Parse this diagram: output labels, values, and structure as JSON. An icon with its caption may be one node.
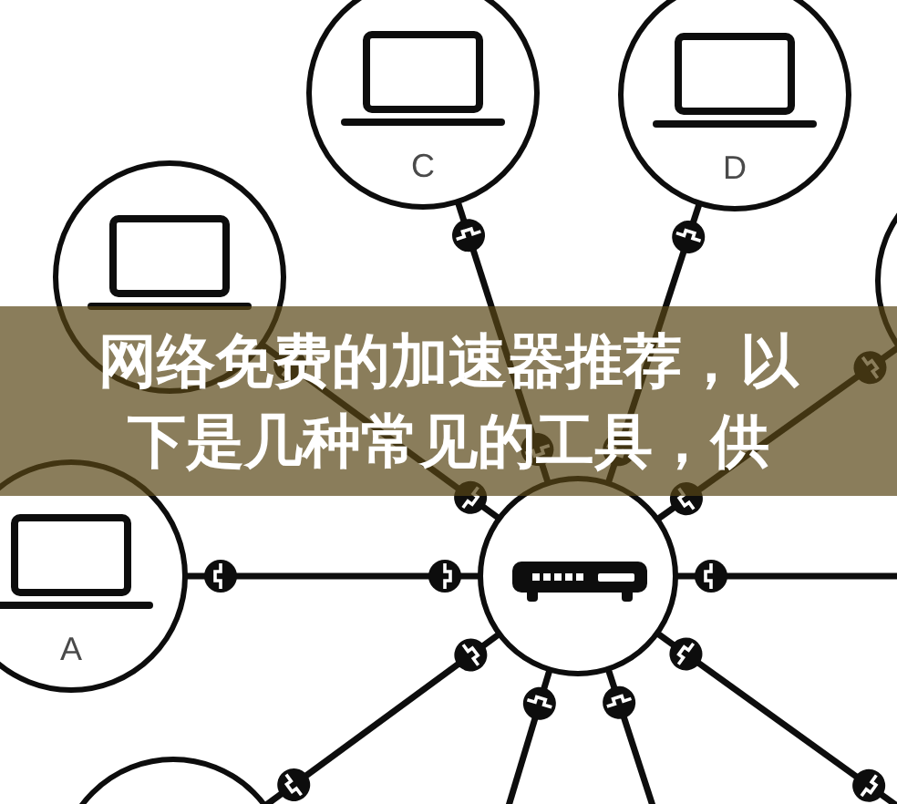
{
  "diagram": {
    "title": "网络免费的加速器推荐，以下是几种常见的工具，供",
    "nodes": [
      {
        "text": [
          "C"
        ]
      },
      {
        "text": [
          "D"
        ]
      },
      {
        "text": [],
        "shape": "circle"
      },
      {
        "text": [],
        "shape": "circle"
      },
      {
        "text": [
          "A"
        ]
      },
      {
        "text": [],
        "shape": "circle"
      },
      {
        "text": [],
        "shape": "circle"
      }
    ],
    "edges": [
      {
        "from": 5,
        "to": 0,
        "arrow": "other"
      },
      {
        "from": 5,
        "to": 1,
        "arrow": "other"
      },
      {
        "from": 5,
        "to": 2,
        "arrow": "other"
      },
      {
        "from": 5,
        "to": 3,
        "arrow": "other"
      },
      {
        "from": 5,
        "to": 4,
        "arrow": "other"
      },
      {
        "from": 5,
        "to": null,
        "arrow": "other"
      },
      {
        "from": 5,
        "to": 6,
        "arrow": "other"
      },
      {
        "from": 5,
        "to": null,
        "arrow": "other"
      },
      {
        "from": 5,
        "to": null,
        "arrow": "other"
      },
      {
        "from": 5,
        "to": null,
        "arrow": "other"
      }
    ]
  }
}
